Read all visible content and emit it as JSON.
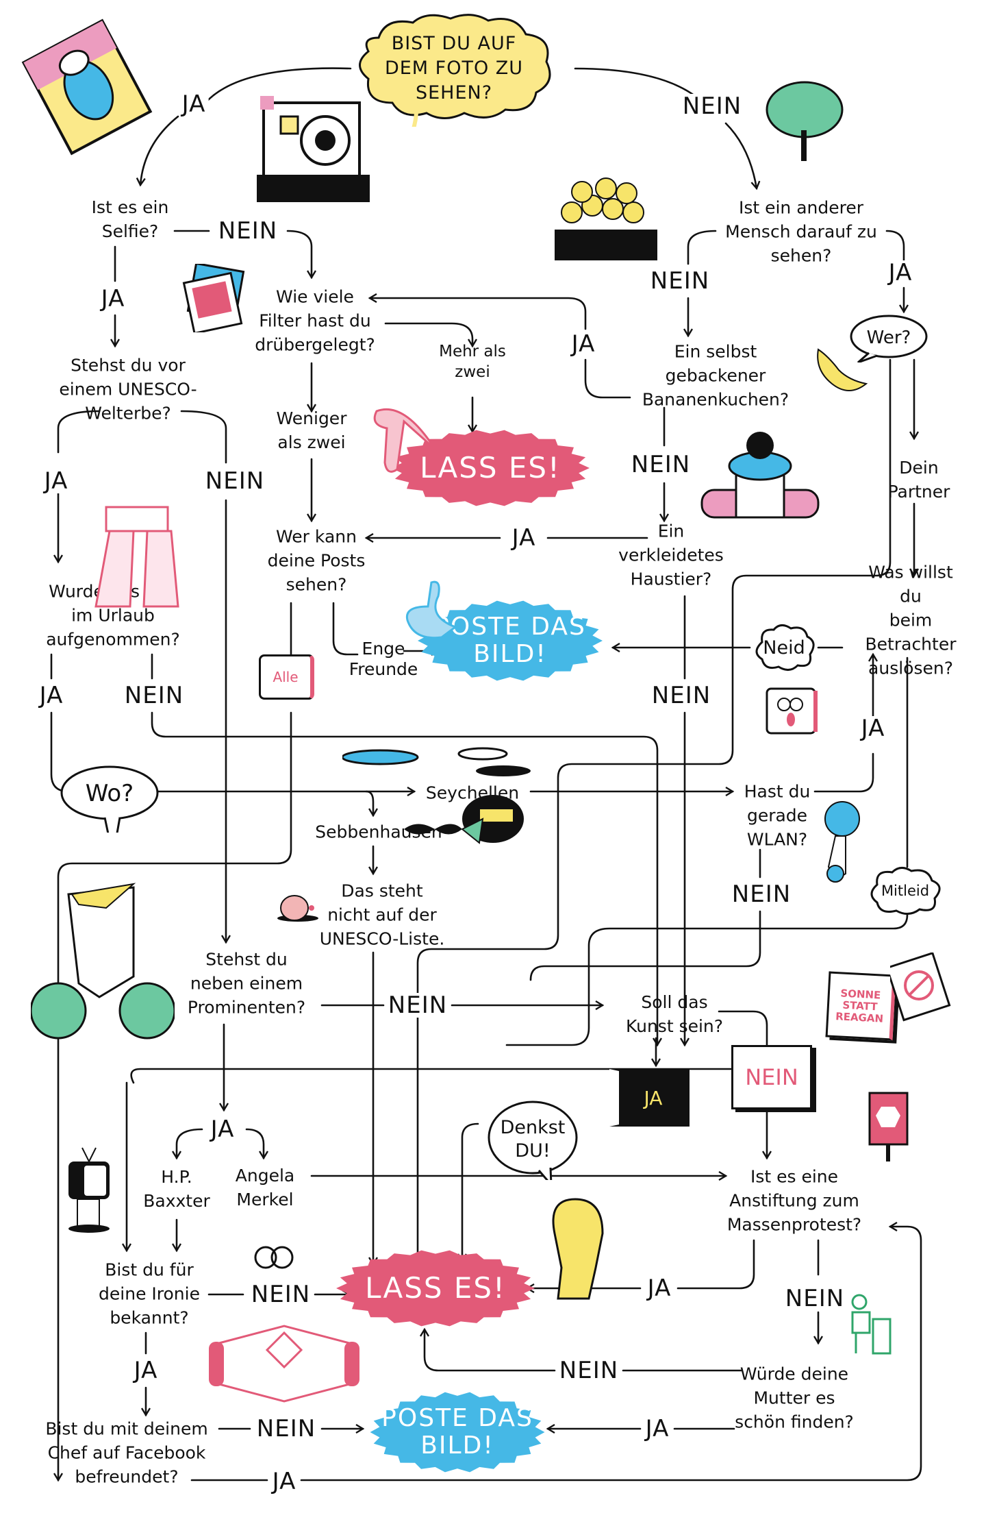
{
  "title": "Bist du auf dem Foto zu sehen?",
  "colors": {
    "lass_es": "#e25a78",
    "poste": "#45b8e6",
    "start_cloud": "#fbe98a",
    "ink": "#111111",
    "green": "#6cc8a0",
    "yellow": "#f7e46a",
    "pink": "#ec9cbf"
  },
  "start": {
    "text": "BIST DU AUF\nDEM FOTO ZU\nSEHEN?"
  },
  "questions": {
    "selfie": "Ist es ein\nSelfie?",
    "anderer_mensch": "Ist ein anderer\nMensch darauf zu\nsehen?",
    "filter": "Wie viele\nFilter hast du\ndrübergelegt?",
    "bananenkuchen": "Ein selbst\ngebackener\nBananenkuchen?",
    "unesco": "Stehst du vor\neinem UNESCO-\nWelterbe?",
    "wer_kann": "Wer kann\ndeine Posts\nsehen?",
    "haustier": "Ein\nverkleidetes\nHaustier?",
    "betrachter": "Was willst du\nbeim Betrachter\nauslösen?",
    "urlaub": "Wurde das Bild\nim Urlaub\naufgenommen?",
    "wlan": "Hast du\ngerade\nWLAN?",
    "prominent": "Stehst du\nneben einem\nProminenten?",
    "kunst": "Soll das\nKunst sein?",
    "ironie": "Bist du für\ndeine Ironie\nbekannt?",
    "anstiftung": "Ist es eine\nAnstiftung zum\nMassenprotest?",
    "mutter": "Würde deine\nMutter es\nschön finden?",
    "chef": "Bist du mit deinem\nChef auf Facebook\nbefreundet?"
  },
  "answers": {
    "mehr_als_zwei": "Mehr als\nzwei",
    "weniger_als_zwei": "Weniger\nals zwei",
    "dein_partner": "Dein\nPartner",
    "enge_freunde": "Enge\nFreunde",
    "alle": "Alle",
    "seychellen": "Seychellen",
    "sebbenhausen": "Sebbenhausen",
    "nicht_unesco": "Das steht\nnicht auf der\nUNESCO-Liste.",
    "hp_baxxter": "H.P.\nBaxxter",
    "angela_merkel": "Angela\nMerkel"
  },
  "bubbles": {
    "wer": "Wer?",
    "wo": "Wo?",
    "neid": "Neid",
    "mitleid": "Mitleid",
    "denkst_du": "Denkst\nDU!"
  },
  "outcomes": {
    "lass_es_1": "LASS ES!",
    "poste_1": "POSTE DAS\nBILD!",
    "lass_es_2": "LASS ES!",
    "poste_2": "POSTE DAS\nBILD!"
  },
  "signs": {
    "ja_black": "JA",
    "nein_red": "NEIN",
    "protest": "SONNE\nSTATT\nREAGAN"
  },
  "edge_labels": {
    "ja": "JA",
    "nein": "NEIN"
  }
}
